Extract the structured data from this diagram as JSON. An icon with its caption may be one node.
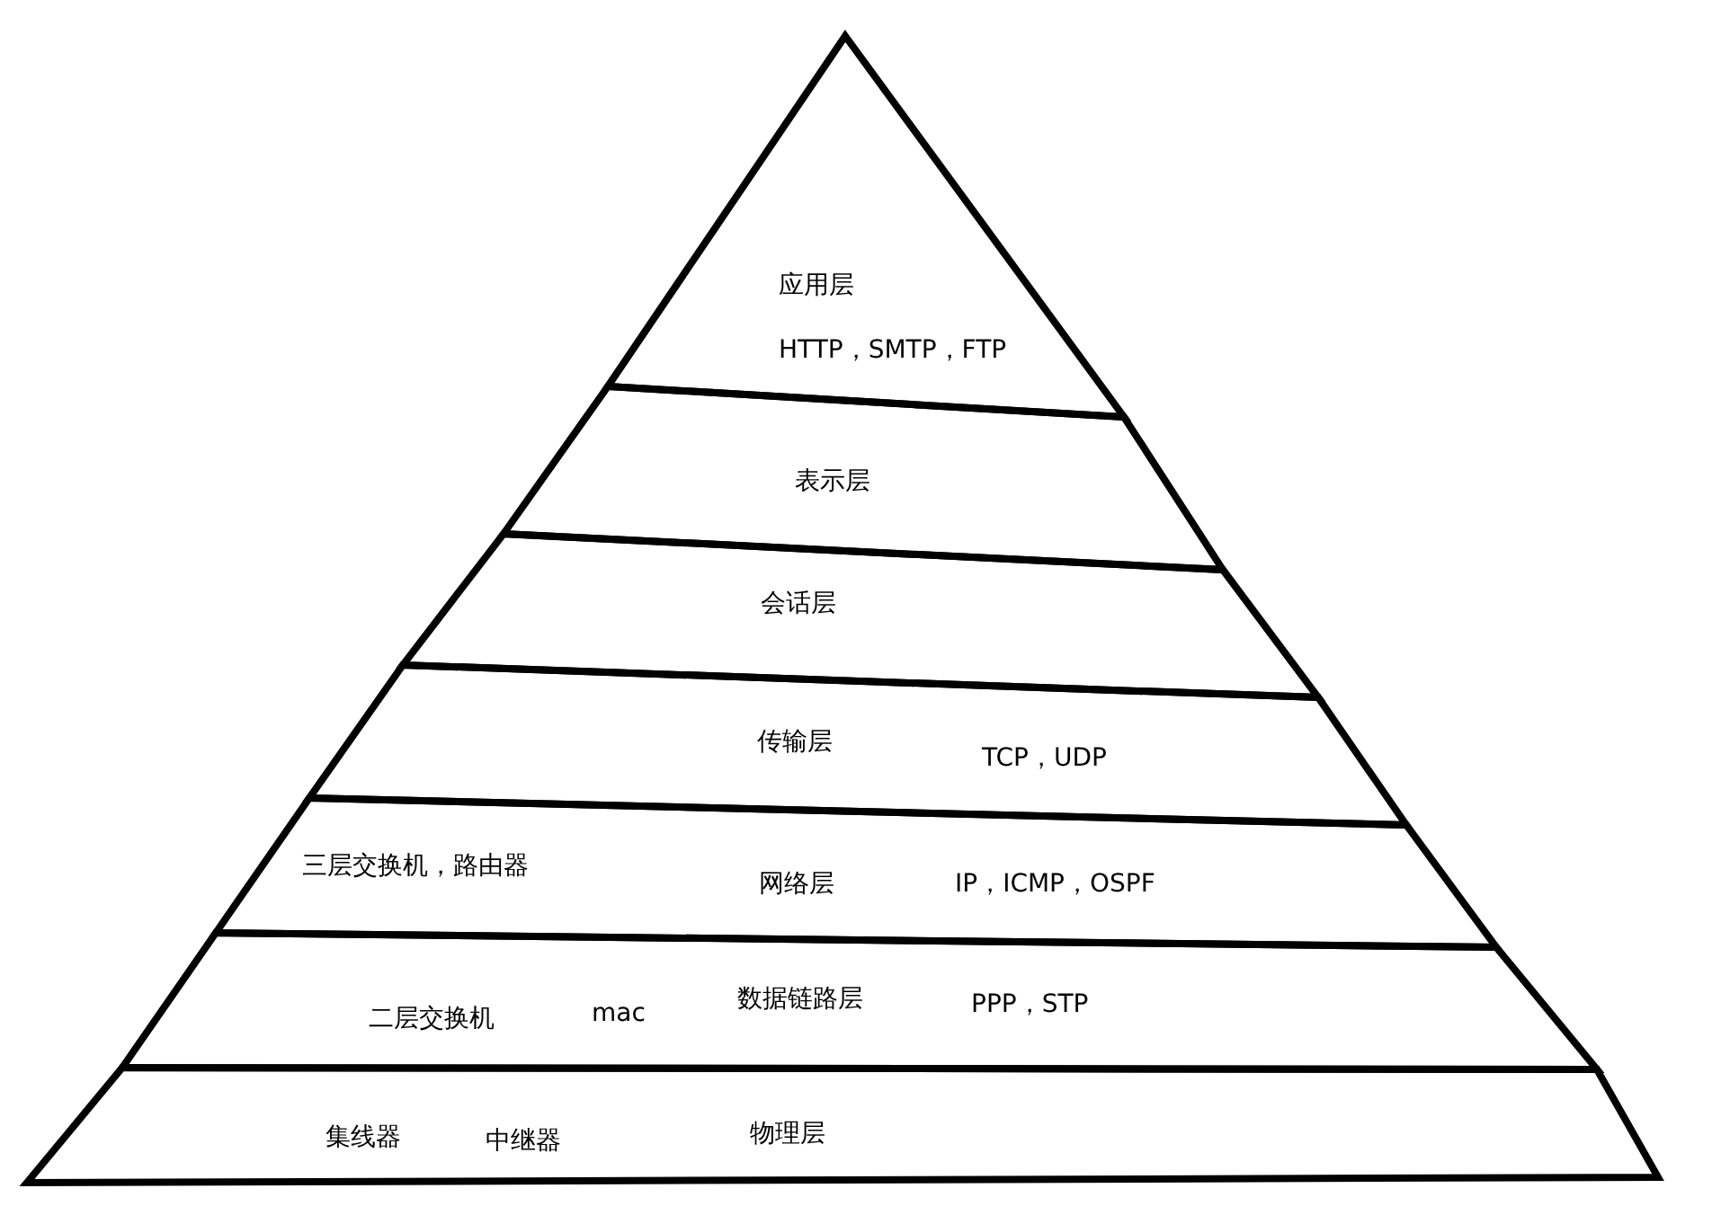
{
  "diagram": {
    "nodes": [
      {
        "text": [
          "应用层",
          "HTTP，SMTP，FTP"
        ]
      },
      {
        "text": [
          "表示层"
        ]
      },
      {
        "text": [
          "会话层"
        ]
      },
      {
        "text": [
          "传输层",
          "TCP，UDP"
        ]
      },
      {
        "text": [
          "三层交换机，路由器",
          "网络层",
          "IP，ICMP，OSPF"
        ]
      },
      {
        "text": [
          "二层交换机",
          "mac",
          "数据链路层",
          "PPP，STP"
        ]
      },
      {
        "text": [
          "集线器",
          "中继器",
          "物理层"
        ]
      }
    ],
    "edges": []
  }
}
